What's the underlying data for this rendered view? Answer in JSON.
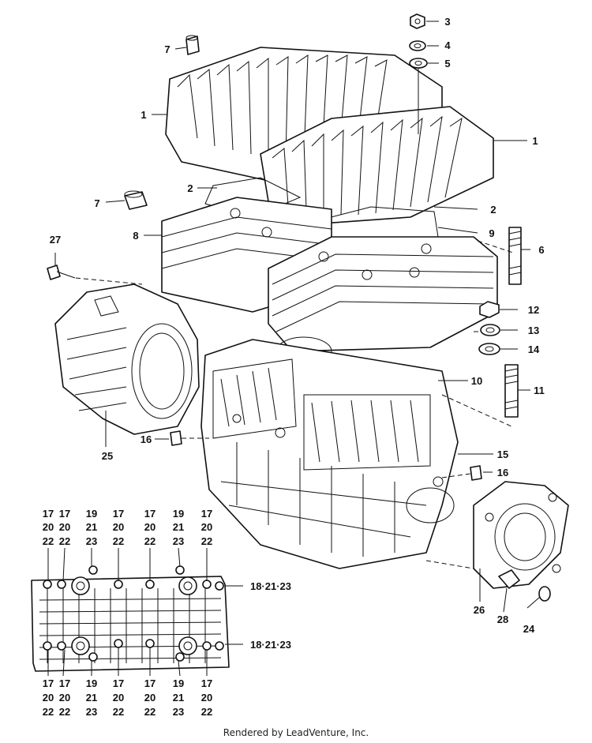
{
  "callouts": [
    {
      "id": "c3",
      "label": "3"
    },
    {
      "id": "c4",
      "label": "4"
    },
    {
      "id": "c5",
      "label": "5"
    },
    {
      "id": "c7a",
      "label": "7"
    },
    {
      "id": "c1a",
      "label": "1"
    },
    {
      "id": "c1b",
      "label": "1"
    },
    {
      "id": "c2a",
      "label": "2"
    },
    {
      "id": "c2b",
      "label": "2"
    },
    {
      "id": "c7b",
      "label": "7"
    },
    {
      "id": "c8",
      "label": "8"
    },
    {
      "id": "c9",
      "label": "9"
    },
    {
      "id": "c27",
      "label": "27"
    },
    {
      "id": "c6",
      "label": "6"
    },
    {
      "id": "c12",
      "label": "12"
    },
    {
      "id": "c13",
      "label": "13"
    },
    {
      "id": "c14",
      "label": "14"
    },
    {
      "id": "c10",
      "label": "10"
    },
    {
      "id": "c11",
      "label": "11"
    },
    {
      "id": "c16a",
      "label": "16"
    },
    {
      "id": "c25",
      "label": "25"
    },
    {
      "id": "c15",
      "label": "15"
    },
    {
      "id": "c16b",
      "label": "16"
    },
    {
      "id": "c26",
      "label": "26"
    },
    {
      "id": "c28",
      "label": "28"
    },
    {
      "id": "c24",
      "label": "24"
    },
    {
      "id": "c18a",
      "label": "18·21·23"
    },
    {
      "id": "c18b",
      "label": "18·21·23"
    }
  ],
  "bolt_columns": [
    [
      "17",
      "20",
      "22"
    ],
    [
      "17",
      "20",
      "22"
    ],
    [
      "19",
      "21",
      "23"
    ],
    [
      "17",
      "20",
      "22"
    ],
    [
      "17",
      "20",
      "22"
    ],
    [
      "19",
      "21",
      "23"
    ],
    [
      "17",
      "20",
      "22"
    ]
  ],
  "footer": "Rendered by LeadVenture, Inc."
}
